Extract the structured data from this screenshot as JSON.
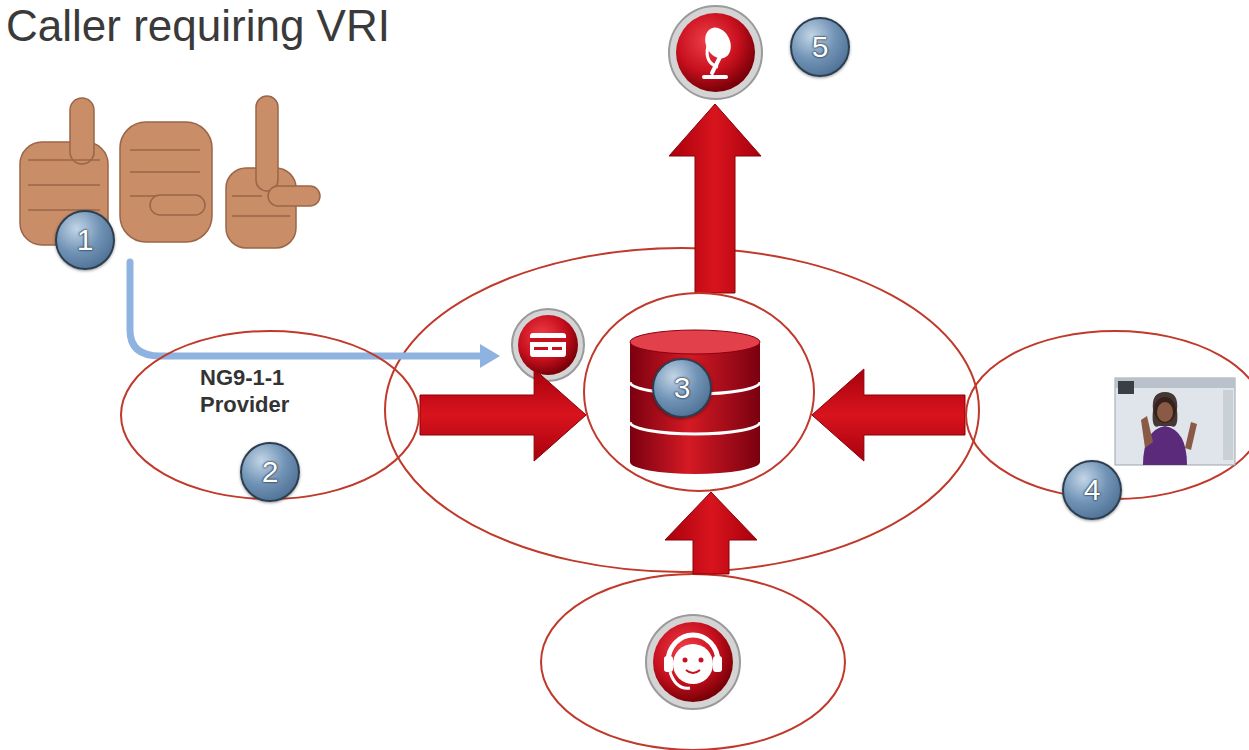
{
  "diagram": {
    "title": "Caller requiring VRI",
    "nodes": [
      {
        "text": [
          "NG9-1-1 Provider",
          "2"
        ]
      },
      {
        "text": [
          "3"
        ]
      },
      {
        "text": [
          "4"
        ]
      },
      {
        "text": [
          "5"
        ]
      }
    ],
    "edges": [
      {
        "from": 0,
        "to": 1,
        "arrow": "to"
      },
      {
        "from": 2,
        "to": 1,
        "arrow": "to"
      },
      {
        "from": 1,
        "to": 3,
        "arrow": "to"
      }
    ],
    "labels": [
      "1"
    ]
  }
}
